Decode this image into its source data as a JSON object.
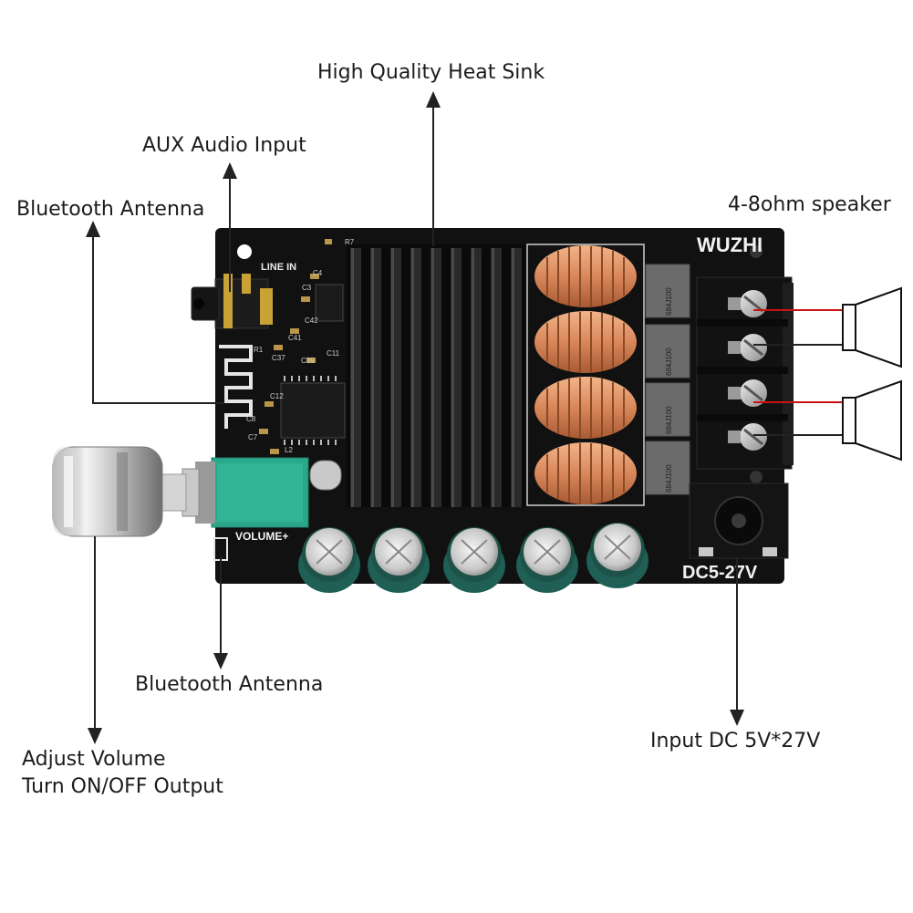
{
  "labels": {
    "heat_sink": "High Quality Heat Sink",
    "aux_input": "AUX Audio Input",
    "bt_antenna_top": "Bluetooth Antenna",
    "speaker": "4-8ohm speaker",
    "bt_antenna_bottom": "Bluetooth Antenna",
    "adjust_volume_line1": "Adjust Volume",
    "adjust_volume_line2": "Turn ON/OFF Output",
    "input_dc": "Input DC 5V*27V"
  },
  "board": {
    "brand": "WUZHI",
    "line_in": "LINE IN",
    "volume": "VOLUME+",
    "dc_rating": "DC5-27V",
    "inductor_codes": [
      "684J100",
      "684J100",
      "684J100",
      "684J100"
    ],
    "silkscreen": [
      "R7",
      "C4",
      "C3",
      "C41",
      "C42",
      "C37",
      "C39",
      "C11",
      "C12",
      "C8",
      "L2",
      "C7",
      "R1"
    ]
  },
  "colors": {
    "pcb": "#111111",
    "heatsink": "#0c0c0c",
    "inductor_copper": "#d9875a",
    "capacitor_green": "#1f5f55",
    "potentiometer_teal": "#2aa88c",
    "wire_red": "#cc1111",
    "arrow": "#222222"
  }
}
